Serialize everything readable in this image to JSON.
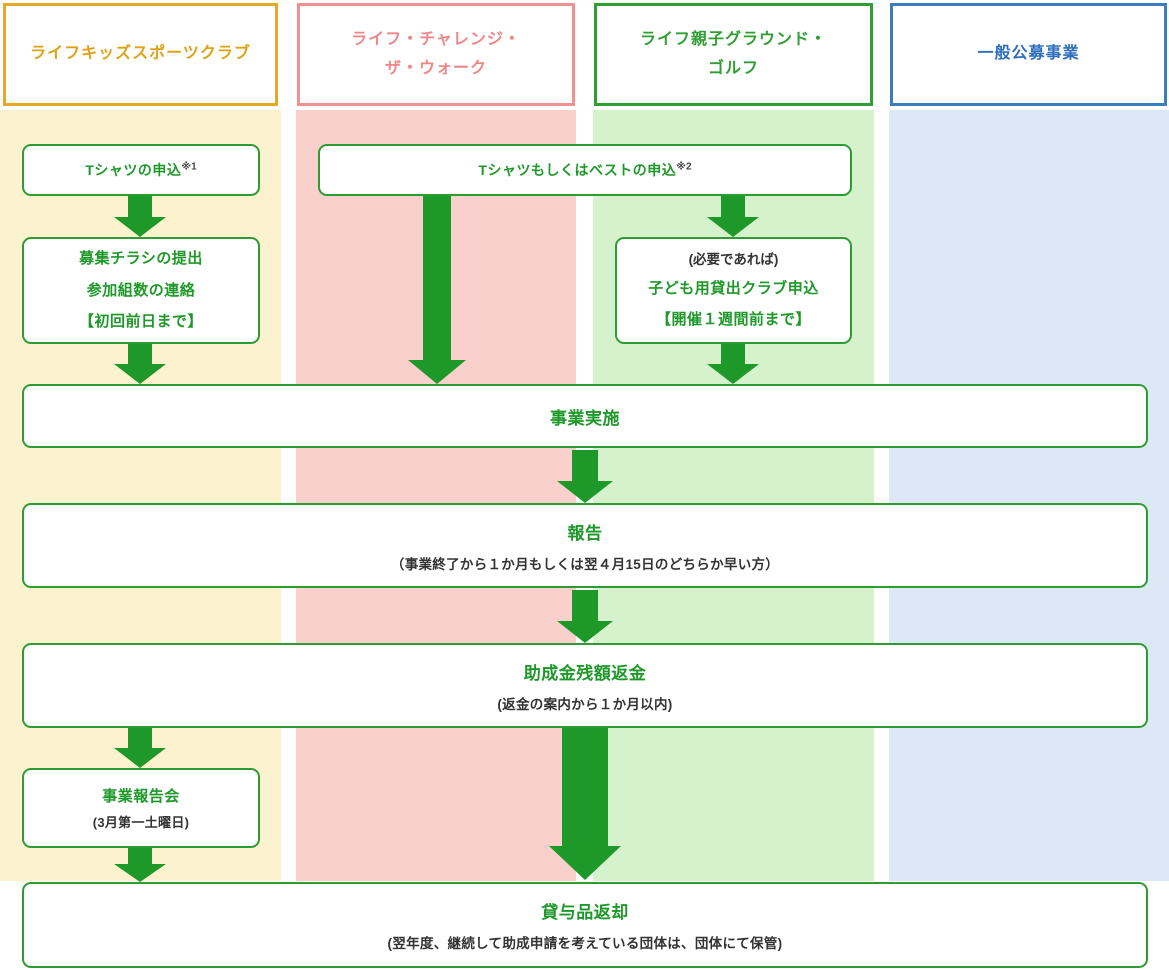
{
  "colors": {
    "flow_green": "#1f982a",
    "flow_border_green": "#2e9b33",
    "dark_text": "#333333"
  },
  "columns": [
    {
      "name": "life-kids-sports-club",
      "label_line1": "ライフキッズスポーツクラブ",
      "label_line2": "",
      "text_color": "#dfa215",
      "border_color": "#e2a826",
      "band_color": "#fdf2ce"
    },
    {
      "name": "life-challenge-the-walk",
      "label_line1": "ライフ・チャレンジ・",
      "label_line2": "ザ・ウォーク",
      "text_color": "#ee8787",
      "border_color": "#f09090",
      "band_color": "#fad0cc"
    },
    {
      "name": "life-parent-child-ground-golf",
      "label_line1": "ライフ親子グラウンド・",
      "label_line2": "ゴルフ",
      "text_color": "#2f9f33",
      "border_color": "#2f9f33",
      "band_color": "#d5f2cd"
    },
    {
      "name": "general-public-recruitment",
      "label_line1": "一般公募事業",
      "label_line2": "",
      "text_color": "#2e6fbd",
      "border_color": "#3c7cc0",
      "band_color": "#dce8f5"
    }
  ],
  "boxes": {
    "tshirt_kids": {
      "title": "Tシャツの申込",
      "note_sup": "※1"
    },
    "flyer": {
      "line1": "募集チラシの提出",
      "line2": "参加組数の連絡",
      "line3": "【初回前日まで】"
    },
    "tshirt_vest": {
      "title": "Tシャツもしくはベストの申込",
      "note_sup": "※2"
    },
    "club_rental": {
      "note": "(必要であれば)",
      "line1": "子ども用貸出クラブ申込",
      "line2": "【開催１週間前まで】"
    },
    "implementation": {
      "title": "事業実施"
    },
    "report": {
      "title": "報告",
      "subtitle": "（事業終了から１か月もしくは翌４月15日のどちらか早い方）"
    },
    "refund": {
      "title": "助成金残額返金",
      "subtitle": "(返金の案内から１か月以内)"
    },
    "debrief": {
      "title": "事業報告会",
      "subtitle": "(3月第一土曜日)"
    },
    "equipment_return": {
      "title": "貸与品返却",
      "subtitle": "(翌年度、継続して助成申請を考えている団体は、団体にて保管)"
    }
  }
}
